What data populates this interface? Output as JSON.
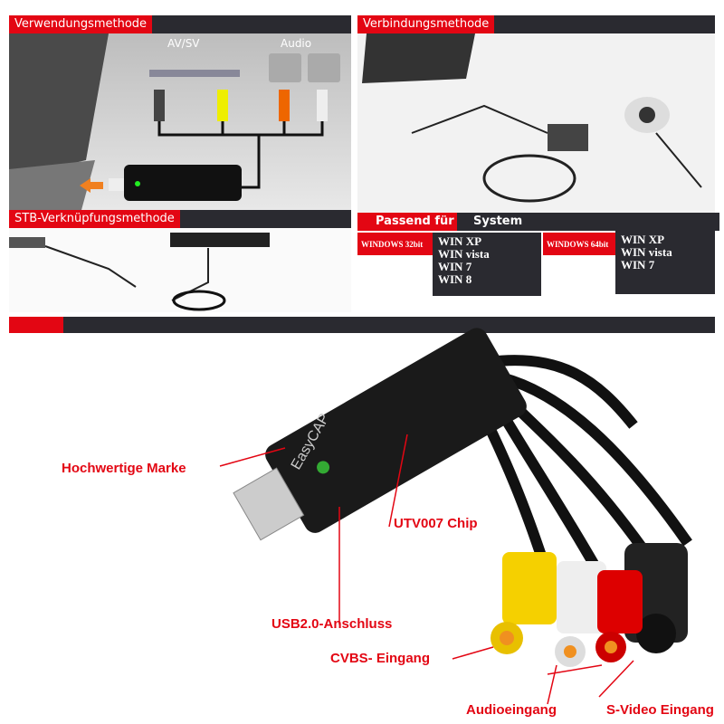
{
  "panels": {
    "usage": {
      "title": "Verwendungsmethode",
      "av_label": "AV/SV",
      "audio_label": "Audio"
    },
    "connection": {
      "title": "Verbindungsmethode"
    },
    "stb": {
      "title": "STB-Verknüpfungsmethode"
    }
  },
  "system": {
    "header_left": "Passend für",
    "header_right": "System",
    "win32": {
      "label": "WINDOWS 32bit",
      "items": [
        "WIN XP",
        "WIN vista",
        "WIN 7",
        "WIN 8"
      ]
    },
    "win64": {
      "label": "WINDOWS 64bit",
      "items": [
        "WIN XP",
        "WIN vista",
        "WIN 7"
      ]
    }
  },
  "product": {
    "brand": "EasyCAP",
    "callouts": {
      "brand": "Hochwertige Marke",
      "chip": "UTV007 Chip",
      "usb": "USB2.0-Anschluss",
      "cvbs": "CVBS- Eingang",
      "audio": "Audioeingang",
      "svideo": "S-Video Eingang"
    }
  },
  "colors": {
    "accent": "#e30613",
    "dark": "#2a2a30"
  }
}
